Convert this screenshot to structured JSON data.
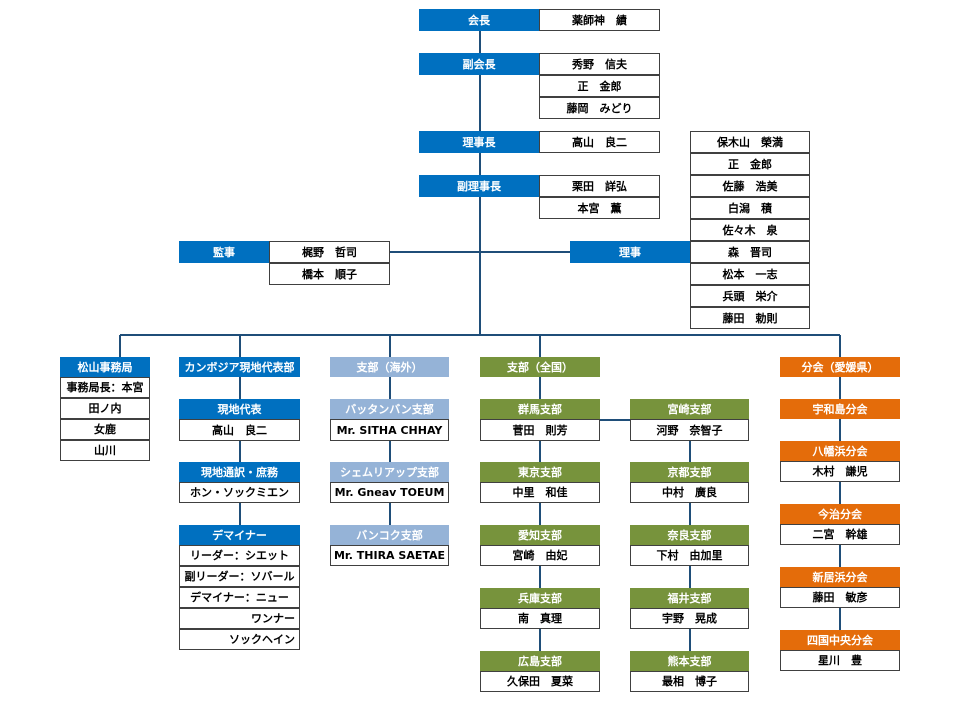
{
  "board": {
    "chairman": {
      "title": "会長",
      "members": [
        "薬師神　績"
      ]
    },
    "vice_chairman": {
      "title": "副会長",
      "members": [
        "秀野　信夫",
        "正　金郎",
        "藤岡　みどり"
      ]
    },
    "director_general": {
      "title": "理事長",
      "members": [
        "高山　良二"
      ]
    },
    "vice_director": {
      "title": "副理事長",
      "members": [
        "栗田　詳弘",
        "本宮　薫"
      ]
    },
    "auditors": {
      "title": "監事",
      "members": [
        "梶野　哲司",
        "橋本　順子"
      ]
    },
    "directors": {
      "title": "理事",
      "members": [
        "保木山　榮満",
        "正　金郎",
        "佐藤　浩美",
        "白潟　積",
        "佐々木　泉",
        "森　晋司",
        "松本　一志",
        "兵頭　栄介",
        "藤田　勅則"
      ]
    }
  },
  "matsuyama_office": {
    "title": "松山事務局",
    "members": [
      "事務局長：本宮",
      "田ノ内",
      "女鹿",
      "山川"
    ]
  },
  "cambodia": {
    "title": "カンボジア現地代表部",
    "representative": {
      "title": "現地代表",
      "members": [
        "高山　良二"
      ]
    },
    "interpreter": {
      "title": "現地通訳・庶務",
      "members": [
        "ホン・ソックミエン"
      ]
    },
    "deminers": {
      "title": "デマイナー",
      "members": [
        "リーダー：シエット",
        "副リーダー：ソバール",
        "デマイナー：ニュー",
        "ワンナー",
        "ソックヘイン"
      ]
    }
  },
  "overseas": {
    "title": "支部（海外）",
    "branches": [
      {
        "name": "バッタンバン支部",
        "head": "Mr. SITHA CHHAY"
      },
      {
        "name": "シェムリアップ支部",
        "head": "Mr. Gneav TOEUM"
      },
      {
        "name": "バンコク支部",
        "head": "Mr. THIRA SAETAE"
      }
    ]
  },
  "national": {
    "title": "支部（全国）",
    "left": [
      {
        "name": "群馬支部",
        "head": "菅田　則芳"
      },
      {
        "name": "東京支部",
        "head": "中里　和佳"
      },
      {
        "name": "愛知支部",
        "head": "宮崎　由妃"
      },
      {
        "name": "兵庫支部",
        "head": "南　真理"
      },
      {
        "name": "広島支部",
        "head": "久保田　夏菜"
      }
    ],
    "right": [
      {
        "name": "宮崎支部",
        "head": "河野　奈智子"
      },
      {
        "name": "京都支部",
        "head": "中村　廣良"
      },
      {
        "name": "奈良支部",
        "head": "下村　由加里"
      },
      {
        "name": "福井支部",
        "head": "宇野　晃成"
      },
      {
        "name": "熊本支部",
        "head": "最相　博子"
      }
    ]
  },
  "ehime": {
    "title": "分会（愛媛県）",
    "branches": [
      {
        "name": "宇和島分会",
        "head": ""
      },
      {
        "name": "八幡浜分会",
        "head": "木村　謙児"
      },
      {
        "name": "今治分会",
        "head": "二宮　幹雄"
      },
      {
        "name": "新居浜分会",
        "head": "藤田　敏彦"
      },
      {
        "name": "四国中央分会",
        "head": "星川　豊"
      }
    ]
  },
  "colors": {
    "blue": "#0070c0",
    "light_blue": "#95b3d7",
    "green": "#77933c",
    "orange": "#e46c0a",
    "line": "#1f4e79"
  }
}
